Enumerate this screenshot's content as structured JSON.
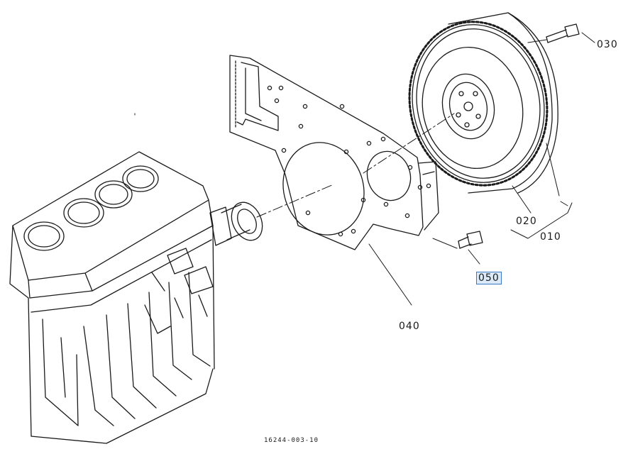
{
  "diagram": {
    "drawing_code": "16244-003-10",
    "parts": [
      {
        "id": "p030",
        "ref": "030",
        "name": "flywheel-bolt"
      },
      {
        "id": "p020",
        "ref": "020",
        "name": "flywheel"
      },
      {
        "id": "p010",
        "ref": "010",
        "name": "flywheel-assembly"
      },
      {
        "id": "p050",
        "ref": "050",
        "name": "plate-bolt",
        "selected": true
      },
      {
        "id": "p040",
        "ref": "040",
        "name": "flywheel-housing-plate"
      }
    ],
    "colors": {
      "line": "#1a1a1a",
      "selection_fill": "#dbe9f8",
      "selection_border": "#3b79c4"
    }
  }
}
